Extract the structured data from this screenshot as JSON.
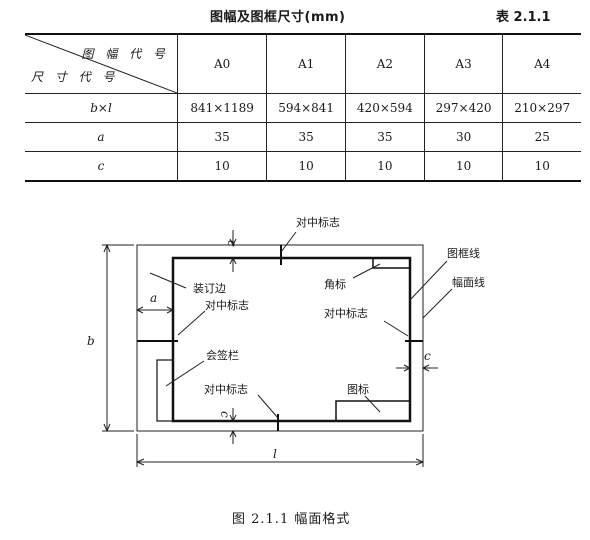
{
  "table": {
    "title": "图幅及图框尺寸(mm)",
    "number": "表 2.1.1",
    "header_top": "图 幅 代 号",
    "header_bottom": "尺 寸 代 号",
    "columns": [
      "A0",
      "A1",
      "A2",
      "A3",
      "A4"
    ],
    "rows": [
      {
        "label": "b×l",
        "values": [
          "841×1189",
          "594×841",
          "420×594",
          "297×420",
          "210×297"
        ]
      },
      {
        "label": "a",
        "values": [
          "35",
          "35",
          "35",
          "30",
          "25"
        ]
      },
      {
        "label": "c",
        "values": [
          "10",
          "10",
          "10",
          "10",
          "10"
        ]
      }
    ]
  },
  "figure": {
    "labels": {
      "center_mark_top": "对中标志",
      "frame_line": "图框线",
      "sheet_line": "幅面线",
      "binding_edge": "装订边",
      "center_mark_left": "对中标志",
      "corner_mark": "角标",
      "center_mark_right": "对中标志",
      "signature_bar": "会签栏",
      "center_mark_bottom": "对中标志",
      "title_block": "图标"
    },
    "dims": {
      "a": "a",
      "b": "b",
      "c_top": "c",
      "c_right": "c",
      "c_bottom": "c",
      "l": "l"
    }
  },
  "caption": "图 2.1.1    幅面格式"
}
